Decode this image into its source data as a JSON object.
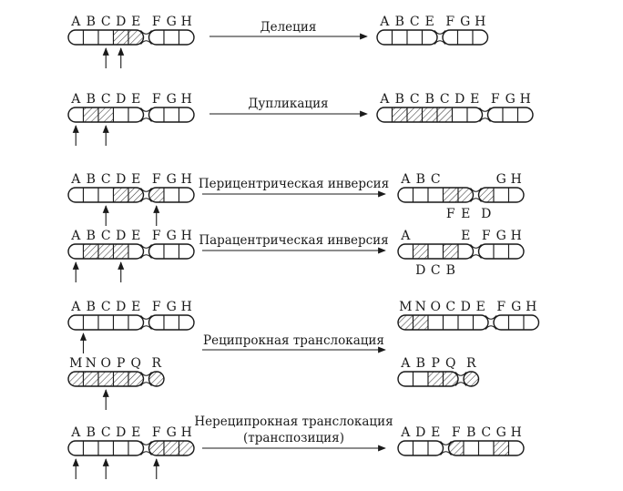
{
  "rows": [
    {
      "name": "deletion",
      "title": "Делеция",
      "before": [
        {
          "arms": [
            [
              "A",
              "B",
              "C",
              "D",
              "E"
            ],
            [
              "F",
              "G",
              "H"
            ]
          ],
          "hatched": [
            3,
            4
          ],
          "arrows": [
            2.5,
            3.5
          ]
        }
      ],
      "after": [
        {
          "arms": [
            [
              "A",
              "B",
              "C",
              "E"
            ],
            [
              "F",
              "G",
              "H"
            ]
          ],
          "hatched": []
        }
      ]
    },
    {
      "name": "duplication",
      "title": "Дупликация",
      "before": [
        {
          "arms": [
            [
              "A",
              "B",
              "C",
              "D",
              "E"
            ],
            [
              "F",
              "G",
              "H"
            ]
          ],
          "hatched": [
            1,
            2
          ],
          "arrows": [
            0.5,
            2.5
          ]
        }
      ],
      "after": [
        {
          "arms": [
            [
              "A",
              "B",
              "C",
              "B",
              "C",
              "D",
              "E"
            ],
            [
              "F",
              "G",
              "H"
            ]
          ],
          "hatched": [
            1,
            2,
            3,
            4
          ]
        }
      ]
    },
    {
      "name": "pericentric-inversion",
      "title": "Перицентрическая инверсия",
      "before": [
        {
          "arms": [
            [
              "A",
              "B",
              "C",
              "D",
              "E"
            ],
            [
              "F",
              "G",
              "H"
            ]
          ],
          "hatched": [
            3,
            4,
            5
          ],
          "arrows": [
            2.5,
            5.5
          ]
        }
      ],
      "after": [
        {
          "arms": [
            [
              "A",
              "B",
              "C",
              "",
              ""
            ],
            [
              "",
              "G",
              "H"
            ]
          ],
          "hatched": [
            3,
            4,
            5
          ],
          "below": [
            {
              "seg": 3,
              "text": "F"
            },
            {
              "seg": 4,
              "text": "E"
            },
            {
              "seg": 5,
              "text": "D"
            }
          ]
        }
      ]
    },
    {
      "name": "paracentric-inversion",
      "title": "Парацентрическая инверсия",
      "before": [
        {
          "arms": [
            [
              "A",
              "B",
              "C",
              "D",
              "E"
            ],
            [
              "F",
              "G",
              "H"
            ]
          ],
          "hatched": [
            1,
            2,
            3
          ],
          "arrows": [
            0.5,
            3.5
          ]
        }
      ],
      "after": [
        {
          "arms": [
            [
              "A",
              "",
              "",
              "",
              "E"
            ],
            [
              "F",
              "G",
              "H"
            ]
          ],
          "hatched": [
            1,
            3
          ],
          "below": [
            {
              "seg": 1,
              "text": "D"
            },
            {
              "seg": 2,
              "text": "C"
            },
            {
              "seg": 3,
              "text": "B"
            }
          ]
        }
      ]
    },
    {
      "name": "reciprocal-translocation",
      "title": "Реципрокная транслокация",
      "before": [
        {
          "arms": [
            [
              "A",
              "B",
              "C",
              "D",
              "E"
            ],
            [
              "F",
              "G",
              "H"
            ]
          ],
          "hatched": [],
          "arrows": [
            1
          ]
        },
        {
          "arms": [
            [
              "M",
              "N",
              "O",
              "P",
              "Q"
            ],
            [
              "R"
            ]
          ],
          "hatched": [
            0,
            1,
            2,
            3,
            4,
            5
          ],
          "arrows": [
            2.5
          ]
        }
      ],
      "after": [
        {
          "arms": [
            [
              "M",
              "N",
              "O",
              "C",
              "D",
              "E"
            ],
            [
              "F",
              "G",
              "H"
            ]
          ],
          "hatched": [
            0,
            1
          ]
        },
        {
          "arms": [
            [
              "A",
              "B",
              "P",
              "Q"
            ],
            [
              "R"
            ]
          ],
          "hatched": [
            2,
            3,
            4
          ]
        }
      ]
    },
    {
      "name": "nonreciprocal-translocation",
      "title": "Нереципрокная транслокация",
      "title2": "(транспозиция)",
      "before": [
        {
          "arms": [
            [
              "A",
              "B",
              "C",
              "D",
              "E"
            ],
            [
              "F",
              "G",
              "H"
            ]
          ],
          "hatched": [
            5,
            6,
            7
          ],
          "arrows": [
            0.5,
            2.5,
            5.5
          ]
        }
      ],
      "after": [
        {
          "arms": [
            [
              "A",
              "D",
              "E"
            ],
            [
              "F",
              "B",
              "C",
              "G",
              "H"
            ]
          ],
          "hatched": [
            3,
            6
          ]
        }
      ]
    }
  ]
}
